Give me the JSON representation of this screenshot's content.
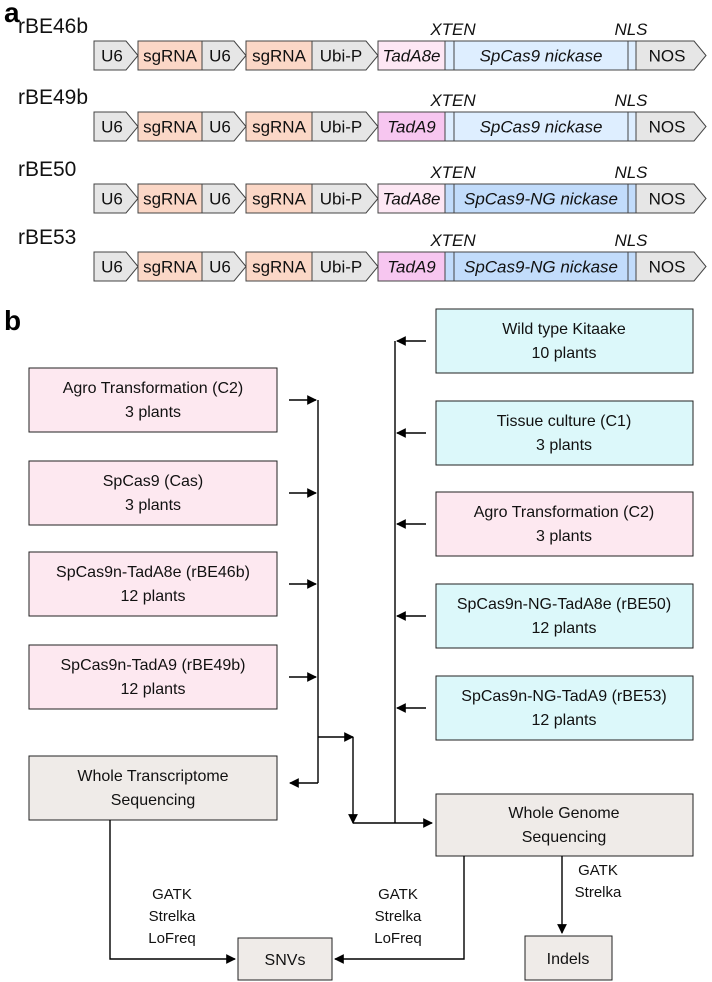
{
  "panel_a": {
    "letter": "a",
    "constructs": [
      {
        "name": "rBE46b",
        "segments": [
          "U6",
          "sgRNA",
          "U6",
          "sgRNA",
          "Ubi-P",
          "TadA8e",
          "SpCas9 nickase",
          "NOS"
        ],
        "xten": "XTEN",
        "nls": "NLS"
      },
      {
        "name": "rBE49b",
        "segments": [
          "U6",
          "sgRNA",
          "U6",
          "sgRNA",
          "Ubi-P",
          "TadA9",
          "SpCas9 nickase",
          "NOS"
        ],
        "xten": "XTEN",
        "nls": "NLS"
      },
      {
        "name": "rBE50",
        "segments": [
          "U6",
          "sgRNA",
          "U6",
          "sgRNA",
          "Ubi-P",
          "TadA8e",
          "SpCas9-NG nickase",
          "NOS"
        ],
        "xten": "XTEN",
        "nls": "NLS"
      },
      {
        "name": "rBE53",
        "segments": [
          "U6",
          "sgRNA",
          "U6",
          "sgRNA",
          "Ubi-P",
          "TadA9",
          "SpCas9-NG nickase",
          "NOS"
        ],
        "xten": "XTEN",
        "nls": "NLS"
      }
    ]
  },
  "panel_b": {
    "letter": "b",
    "left_boxes": [
      {
        "line1": "Agro Transformation (C2)",
        "line2": "3 plants"
      },
      {
        "line1": "SpCas9 (Cas)",
        "line2": "3 plants"
      },
      {
        "line1": "SpCas9n-TadA8e (rBE46b)",
        "line2": "12 plants"
      },
      {
        "line1": "SpCas9n-TadA9 (rBE49b)",
        "line2": "12 plants"
      }
    ],
    "right_boxes": [
      {
        "line1": "Wild type Kitaake",
        "line2": "10 plants"
      },
      {
        "line1": "Tissue culture (C1)",
        "line2": "3 plants"
      },
      {
        "line1": "Agro Transformation (C2)",
        "line2": "3 plants"
      },
      {
        "line1": "SpCas9n-NG-TadA8e (rBE50)",
        "line2": "12 plants"
      },
      {
        "line1": "SpCas9n-NG-TadA9 (rBE53)",
        "line2": "12 plants"
      }
    ],
    "wts": {
      "line1": "Whole Transcriptome",
      "line2": "Sequencing"
    },
    "wgs": {
      "line1": "Whole Genome",
      "line2": "Sequencing"
    },
    "tools_wts": [
      "GATK",
      "Strelka",
      "LoFreq"
    ],
    "tools_wgs_snv": [
      "GATK",
      "Strelka",
      "LoFreq"
    ],
    "tools_wgs_indel": [
      "GATK",
      "Strelka"
    ],
    "snvs": "SNVs",
    "indels": "Indels"
  },
  "colors": {
    "grey_segment": "#e6e6e6",
    "sgrna": "#fbd7c6",
    "tada8e": "#fde7f4",
    "tada9": "#f7c6f0",
    "cas9": "#deeeff",
    "cas9ng": "#c2dcfb",
    "left_box": "#fde8f0",
    "right_box": "#dcf8fa",
    "seq_box": "#efebe8"
  }
}
